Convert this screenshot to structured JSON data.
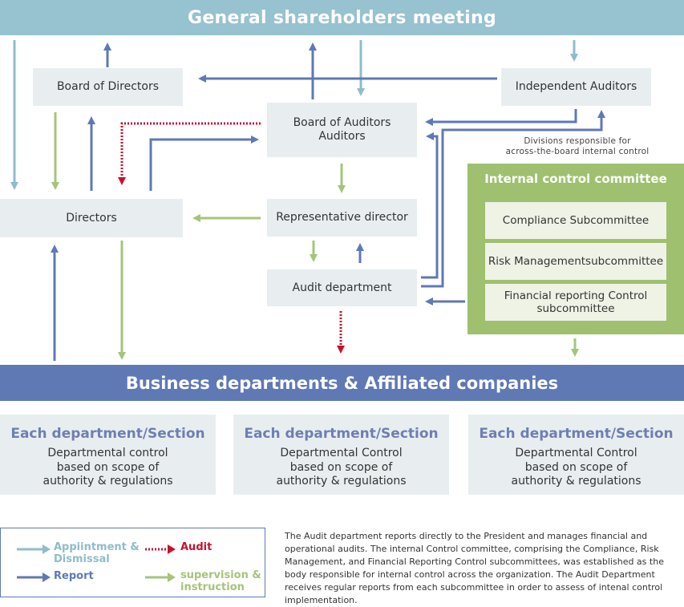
{
  "header": {
    "title": "General shareholders meeting"
  },
  "boxes": {
    "board": "Board of Directors",
    "independent_auditors": "Independent Auditors",
    "board_of_auditors_line1": "Board of Auditors",
    "board_of_auditors_line2": "Auditors",
    "directors": "Directors",
    "representative_director": "Representative director",
    "audit_department": "Audit department"
  },
  "divisions_note": {
    "line1": "Divisions responsible for",
    "line2": "across-the-board internal control"
  },
  "internal_control": {
    "title": "Internal control committee",
    "subcommittees": [
      "Compliance Subcommittee",
      "Risk Managementsubcommittee",
      "Financial reporting Control subcommittee"
    ]
  },
  "business_bar": {
    "title": "Business departments & Affiliated companies"
  },
  "sections": [
    {
      "title": "Each department/Section",
      "line1": "Departmental control",
      "line2": "based on scope of",
      "line3": "authority & regulations"
    },
    {
      "title": "Each department/Section",
      "line1": "Departmental Control",
      "line2": "based on scope of",
      "line3": "authority & regulations"
    },
    {
      "title": "Each department/Section",
      "line1": "Departmental Control",
      "line2": "based on scope of",
      "line3": "authority & regulations"
    }
  ],
  "legend": {
    "appointment_line1": "Appiintment &",
    "appointment_line2": "Dismissal",
    "audit": "Audit",
    "report": "Report",
    "supervision_line1": "supervision &",
    "supervision_line2": "instruction"
  },
  "colors": {
    "appointment": "#8fbccb",
    "report": "#5f79b5",
    "supervision": "#a6c47a",
    "audit": "#c8102e"
  },
  "note": "The Audit department reports directly to the President and manages financial and operational audits. The internal Control committee, comprising the Compliance, Risk Management, and Financial Reporting Control subcommittees, was established as the body responsible for internal control across the organization. The Audit Department receives regular reports from each subcommittee in order to assess of intenal control implementation."
}
